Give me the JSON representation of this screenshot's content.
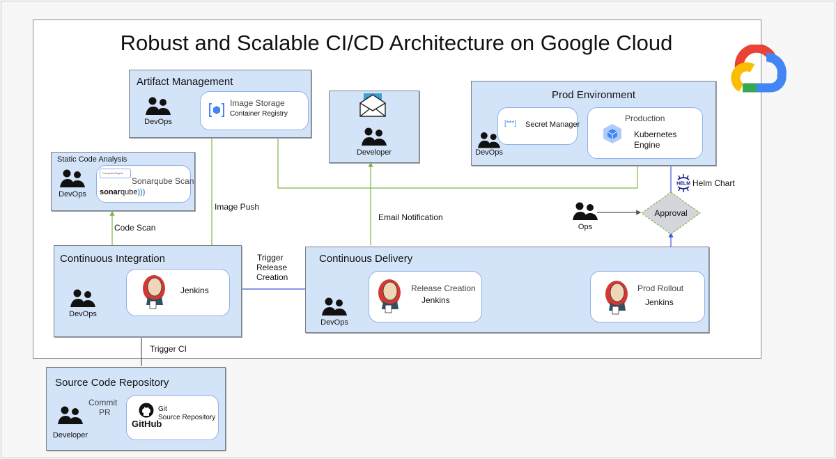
{
  "title": "Robust and Scalable CI/CD Architecture on Google Cloud",
  "logo": {
    "name": "google-cloud-logo",
    "colors": {
      "red": "#EA4335",
      "blue": "#4285F4",
      "yellow": "#FBBC04",
      "green": "#34A853"
    }
  },
  "groups": {
    "artifact_management": {
      "title": "Artifact Management",
      "actor": "DevOps",
      "card": {
        "title": "Image Storage",
        "subtitle": "Container Registry"
      }
    },
    "static_code_analysis": {
      "title": "Static Code Analysis",
      "actor": "DevOps",
      "card": {
        "badge": "Compute Engine",
        "title": "Sonarqube Scan",
        "logo_text_a": "sonar",
        "logo_text_b": "qube"
      }
    },
    "notification": {
      "actor": "Developer"
    },
    "prod_environment": {
      "title": "Prod Environment",
      "actor": "DevOps",
      "secret_card": {
        "icon_text": "[***]",
        "title": "Secret Manager"
      },
      "production_card": {
        "title": "Production",
        "line1": "Kubernetes",
        "line2": "Engine"
      }
    },
    "continuous_integration": {
      "title": "Continuous Integration",
      "actor": "DevOps",
      "card": {
        "title": "Jenkins"
      }
    },
    "continuous_delivery": {
      "title": "Continuous Delivery",
      "actor": "DevOps",
      "release_card": {
        "title": "Release Creation",
        "subtitle": "Jenkins"
      },
      "rollout_card": {
        "title": "Prod Rollout",
        "subtitle": "Jenkins"
      }
    },
    "source_code_repository": {
      "title": "Source Code Repository",
      "actor": "Developer",
      "edge_label_1": "Commit",
      "edge_label_2": "PR",
      "card": {
        "logo_text": "GitHub",
        "line1": "Git",
        "line2": "Source Repository"
      }
    }
  },
  "approval": {
    "label": "Approval",
    "actor": "Ops",
    "helm_logo": "HELM",
    "helm_label": "Helm Chart"
  },
  "edges": {
    "code_scan": "Code Scan",
    "image_push": "Image Push",
    "email_notification": "Email Notification",
    "trigger_release_1": "Trigger",
    "trigger_release_2": "Release",
    "trigger_release_3": "Creation",
    "trigger_ci": "Trigger CI"
  },
  "colors": {
    "group_fill": "#d4e4f8",
    "green_line": "#7ab648",
    "blue_line": "#3d5bd8",
    "gray_line": "#555555",
    "approval_fill": "#d4d6db"
  }
}
